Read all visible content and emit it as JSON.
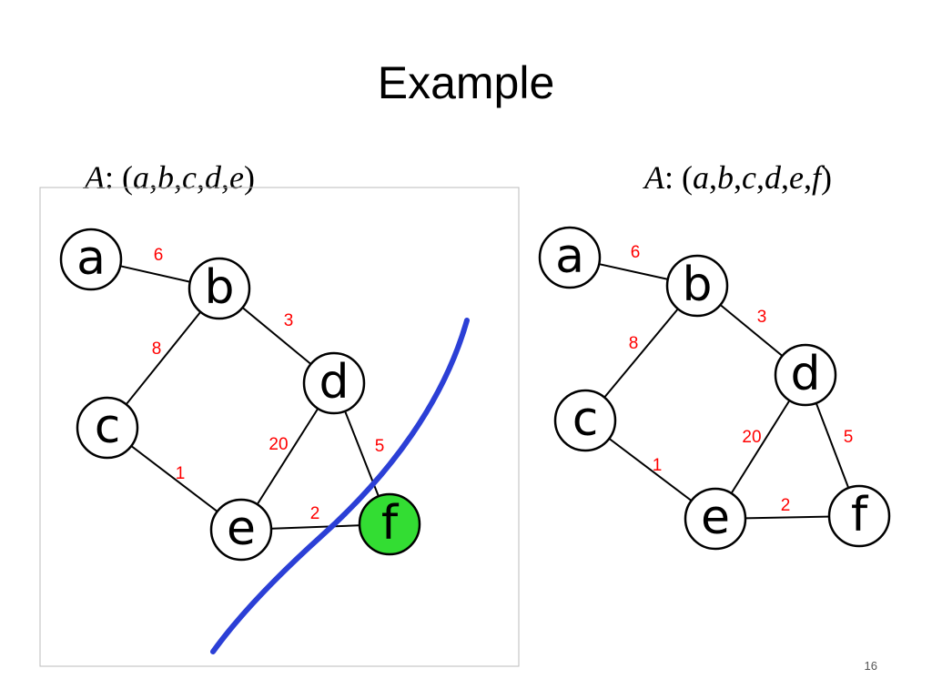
{
  "slide": {
    "title": "Example",
    "page_number": "16"
  },
  "colors": {
    "edge": "#000000",
    "weight": "#ff0000",
    "node_fill": "#ffffff",
    "highlight_node_fill": "#33dd33",
    "cut_line": "#2b3fd6",
    "frame": "#bbbbbb"
  },
  "graphs": {
    "left": {
      "set_name": "A",
      "set_members": [
        "a",
        "b",
        "c",
        "d",
        "e"
      ],
      "highlighted_node": "f",
      "has_cut_line": true
    },
    "right": {
      "set_name": "A",
      "set_members": [
        "a",
        "b",
        "c",
        "d",
        "e",
        "f"
      ],
      "highlighted_node": null,
      "has_cut_line": false
    }
  },
  "nodes": [
    "a",
    "b",
    "c",
    "d",
    "e",
    "f"
  ],
  "edges": [
    {
      "from": "a",
      "to": "b",
      "weight": "6"
    },
    {
      "from": "b",
      "to": "c",
      "weight": "8"
    },
    {
      "from": "b",
      "to": "d",
      "weight": "3"
    },
    {
      "from": "c",
      "to": "e",
      "weight": "1"
    },
    {
      "from": "d",
      "to": "e",
      "weight": "20"
    },
    {
      "from": "d",
      "to": "f",
      "weight": "5"
    },
    {
      "from": "e",
      "to": "f",
      "weight": "2"
    }
  ]
}
